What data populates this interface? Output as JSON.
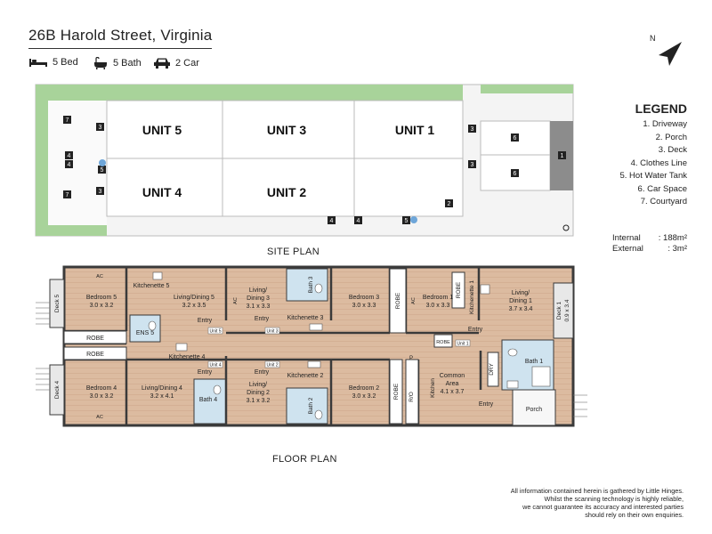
{
  "header": {
    "address": "26B Harold Street, Virginia",
    "features": [
      {
        "icon": "bed-icon",
        "label": "5 Bed"
      },
      {
        "icon": "bath-icon",
        "label": "5 Bath"
      },
      {
        "icon": "car-icon",
        "label": "2 Car"
      }
    ]
  },
  "compass": {
    "label": "N"
  },
  "legend": {
    "title": "LEGEND",
    "items": [
      "1. Driveway",
      "2. Porch",
      "3. Deck",
      "4. Clothes Line",
      "5. Hot Water Tank",
      "6. Car Space",
      "7. Courtyard"
    ]
  },
  "areas": {
    "internal_label": "Internal",
    "internal_value": ": 188m²",
    "external_label": "External",
    "external_value": ":   3m²"
  },
  "site_plan": {
    "caption": "SITE PLAN",
    "units": [
      "UNIT 5",
      "UNIT 3",
      "UNIT 1",
      "UNIT 4",
      "UNIT 2"
    ],
    "markers": [
      "7",
      "3",
      "4",
      "4",
      "5",
      "7",
      "3",
      "3",
      "3",
      "2",
      "4",
      "4",
      "5",
      "6",
      "6",
      "1"
    ]
  },
  "floor_plan": {
    "caption": "FLOOR PLAN",
    "rooms": {
      "bedroom5": "Bedroom 5",
      "bedroom5_dim": "3.0 x 3.2",
      "kitchenette5": "Kitchenette 5",
      "living5": "Living/Dining 5",
      "living5_dim": "3.2 x 3.5",
      "living3": "Living/",
      "living3b": "Dining 3",
      "living3_dim": "3.1 x 3.3",
      "bath3": "Bath 3",
      "bedroom3": "Bedroom 3",
      "bedroom3_dim": "3.0 x 3.3",
      "bedroom1": "Bedroom 1",
      "bedroom1_dim": "3.0 x 3.3",
      "kitchenette1": "Kitchenette 1",
      "living1": "Living/",
      "living1b": "Dining 1",
      "living1_dim": "3.7 x 3.4",
      "deck1": "Deck 1",
      "deck1_dim": "0.9 x 3.4",
      "deck5": "Deck 5",
      "ens5": "ENS 5",
      "robe": "ROBE",
      "kitchenette3": "Kitchenette 3",
      "kitchenette4": "Kitchenette 4",
      "kitchenette2": "Kitchenette 2",
      "entry": "Entry",
      "unit5": "Unit 5",
      "unit3": "Unit 3",
      "unit4": "Unit 4",
      "unit2": "Unit 2",
      "unit1": "Unit 1",
      "bath1": "Bath 1",
      "dry": "DRY",
      "deck4": "Deck 4",
      "bedroom4": "Bedroom 4",
      "bedroom4_dim": "3.0 x 3.2",
      "living4": "Living/Dining 4",
      "living4_dim": "3.2 x 4.1",
      "bath4": "Bath 4",
      "living2": "Living/",
      "living2b": "Dining 2",
      "living2_dim": "3.1 x 3.2",
      "bath2": "Bath 2",
      "bedroom2": "Bedroom 2",
      "bedroom2_dim": "3.0 x 3.2",
      "common": "Common",
      "common_b": "Area",
      "common_dim": "4.1 x 3.7",
      "kitchen": "Kitchen",
      "porch": "Porch",
      "ac": "AC",
      "p": "P",
      "ro": "R/O"
    }
  },
  "disclaimer": [
    "All information contained herein is gathered by Little Hinges.",
    "Whilst the scanning technology is highly reliable,",
    "we cannot guarantee its accuracy and interested parties",
    "should rely on their own enquiries."
  ],
  "colors": {
    "grass": "#a8d39a",
    "floor": "#d8b69a",
    "wall": "#3a3a3a",
    "bath": "#cfe3ef",
    "driveway": "#8c8c8c"
  }
}
